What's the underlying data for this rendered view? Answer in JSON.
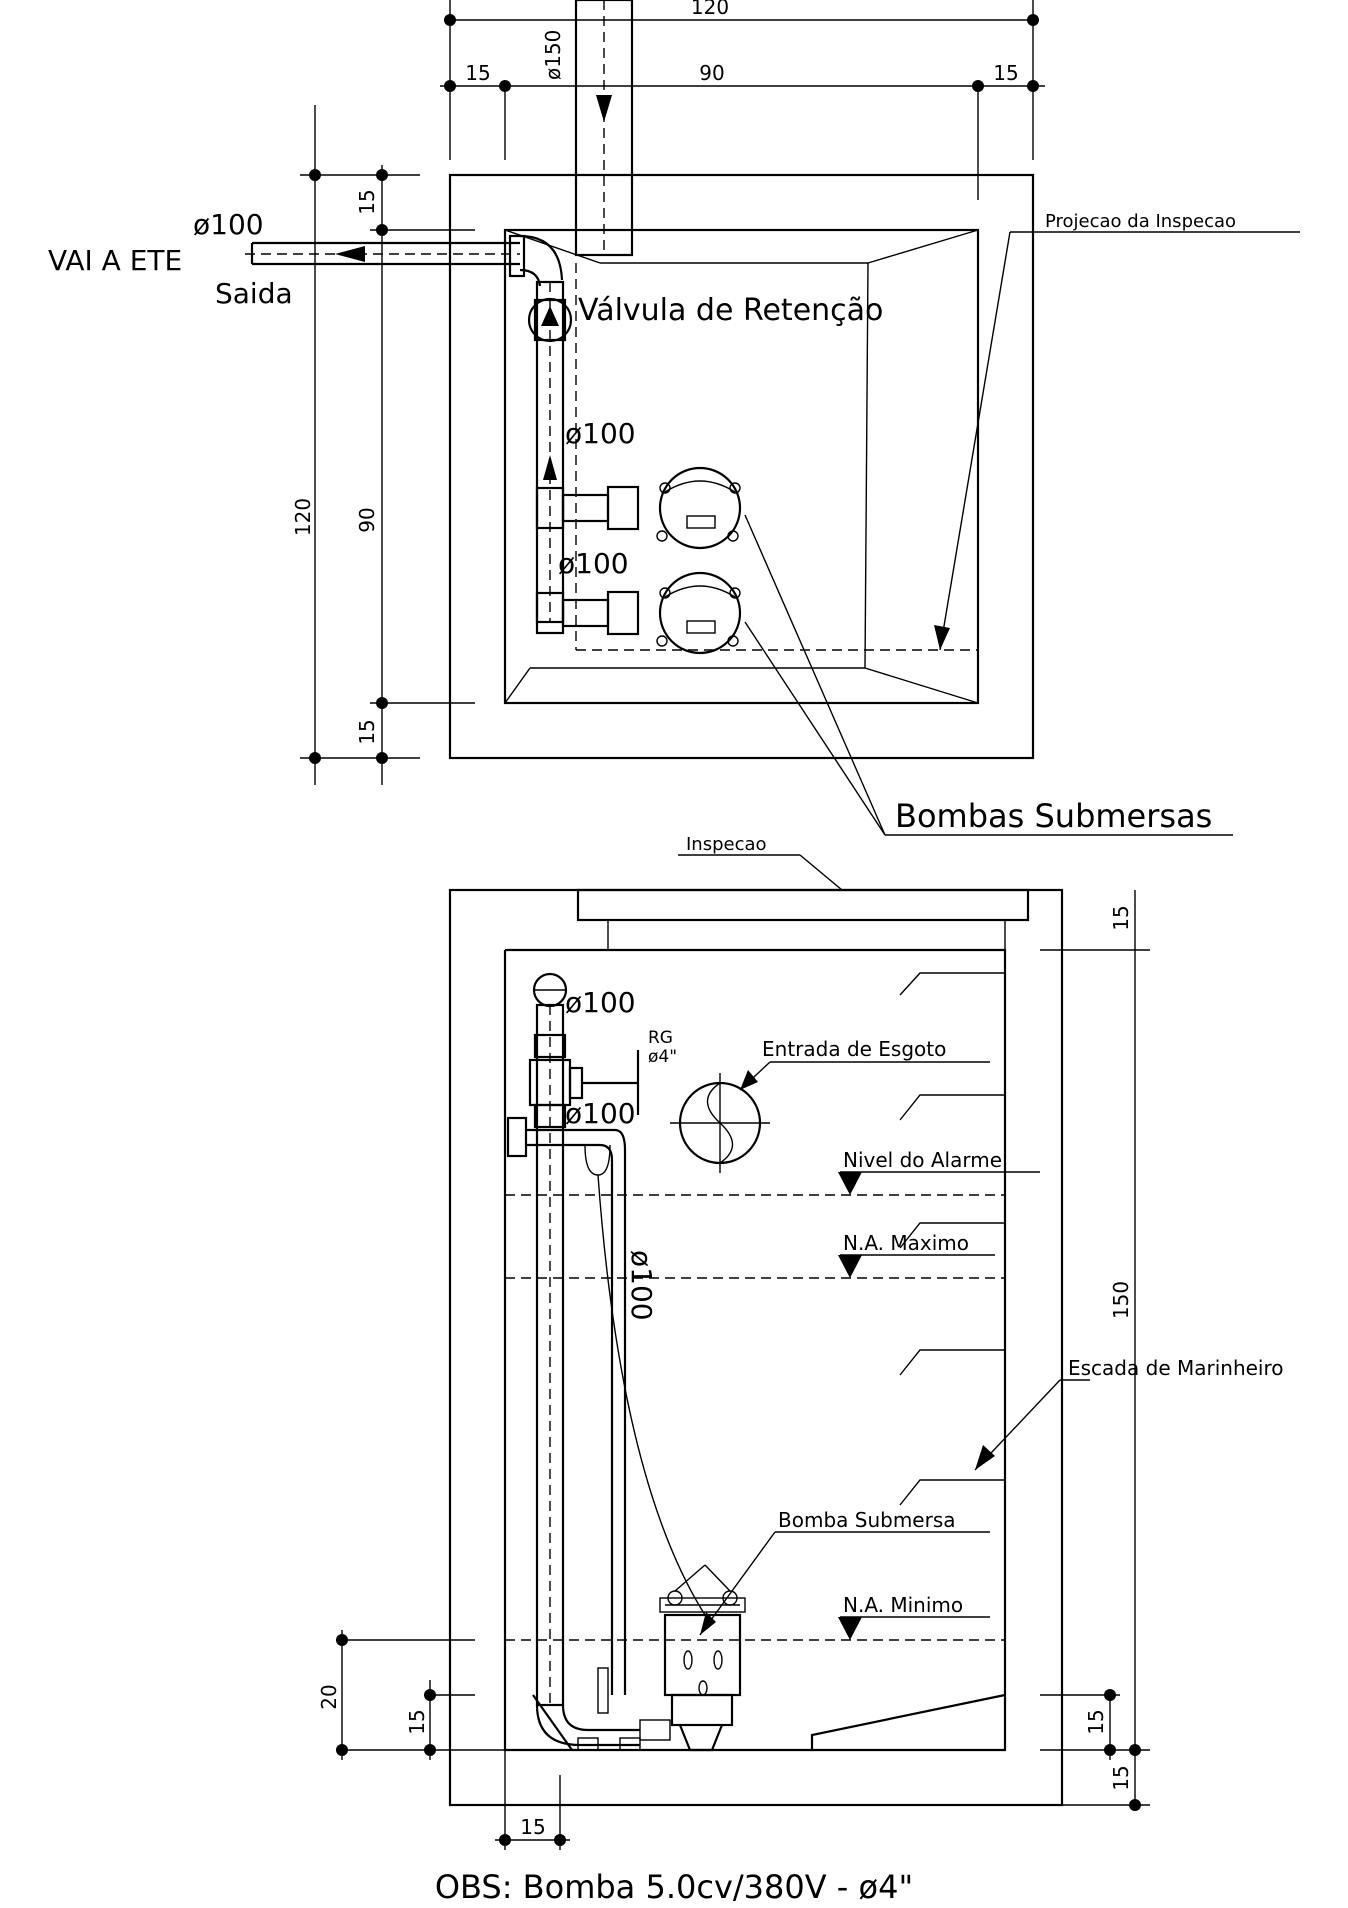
{
  "plan": {
    "dim_top_total": "120",
    "dim_top_left": "15",
    "dim_top_mid": "90",
    "dim_top_right": "15",
    "dim_inlet_pipe": "ø150",
    "dim_left_total": "120",
    "dim_left_top": "15",
    "dim_left_mid": "90",
    "dim_left_bottom": "15",
    "outlet_diameter": "ø100",
    "outlet_label": "VAI A ETE",
    "outlet_sublabel": "Saida",
    "valve_label": "Válvula de Retenção",
    "riser_diameter_1": "ø100",
    "riser_diameter_2": "ø100",
    "inspection_projection_label": "Projecao da Inspecao",
    "pumps_label": "Bombas Submersas"
  },
  "section": {
    "inspection_label": "Inspecao",
    "dim_right_top": "15",
    "dim_right_height": "150",
    "dim_right_bottom_a": "15",
    "dim_right_bottom_b": "15",
    "pipe_top_diameter": "ø100",
    "gate_valve_rg": "RG",
    "gate_valve_size": "ø4\"",
    "pipe_mid_diameter": "ø100",
    "sewage_inlet_label": "Entrada de Esgoto",
    "alarm_level_label": "Nivel do Alarme",
    "max_level_label": "N.A. Maximo",
    "hose_diameter": "ø100",
    "ladder_label": "Escada de Marinheiro",
    "pump_label": "Bomba Submersa",
    "min_level_label": "N.A. Minimo",
    "dim_left_20": "20",
    "dim_left_15": "15",
    "dim_bottom_15": "15"
  },
  "note": "OBS: Bomba 5.0cv/380V - ø4\""
}
